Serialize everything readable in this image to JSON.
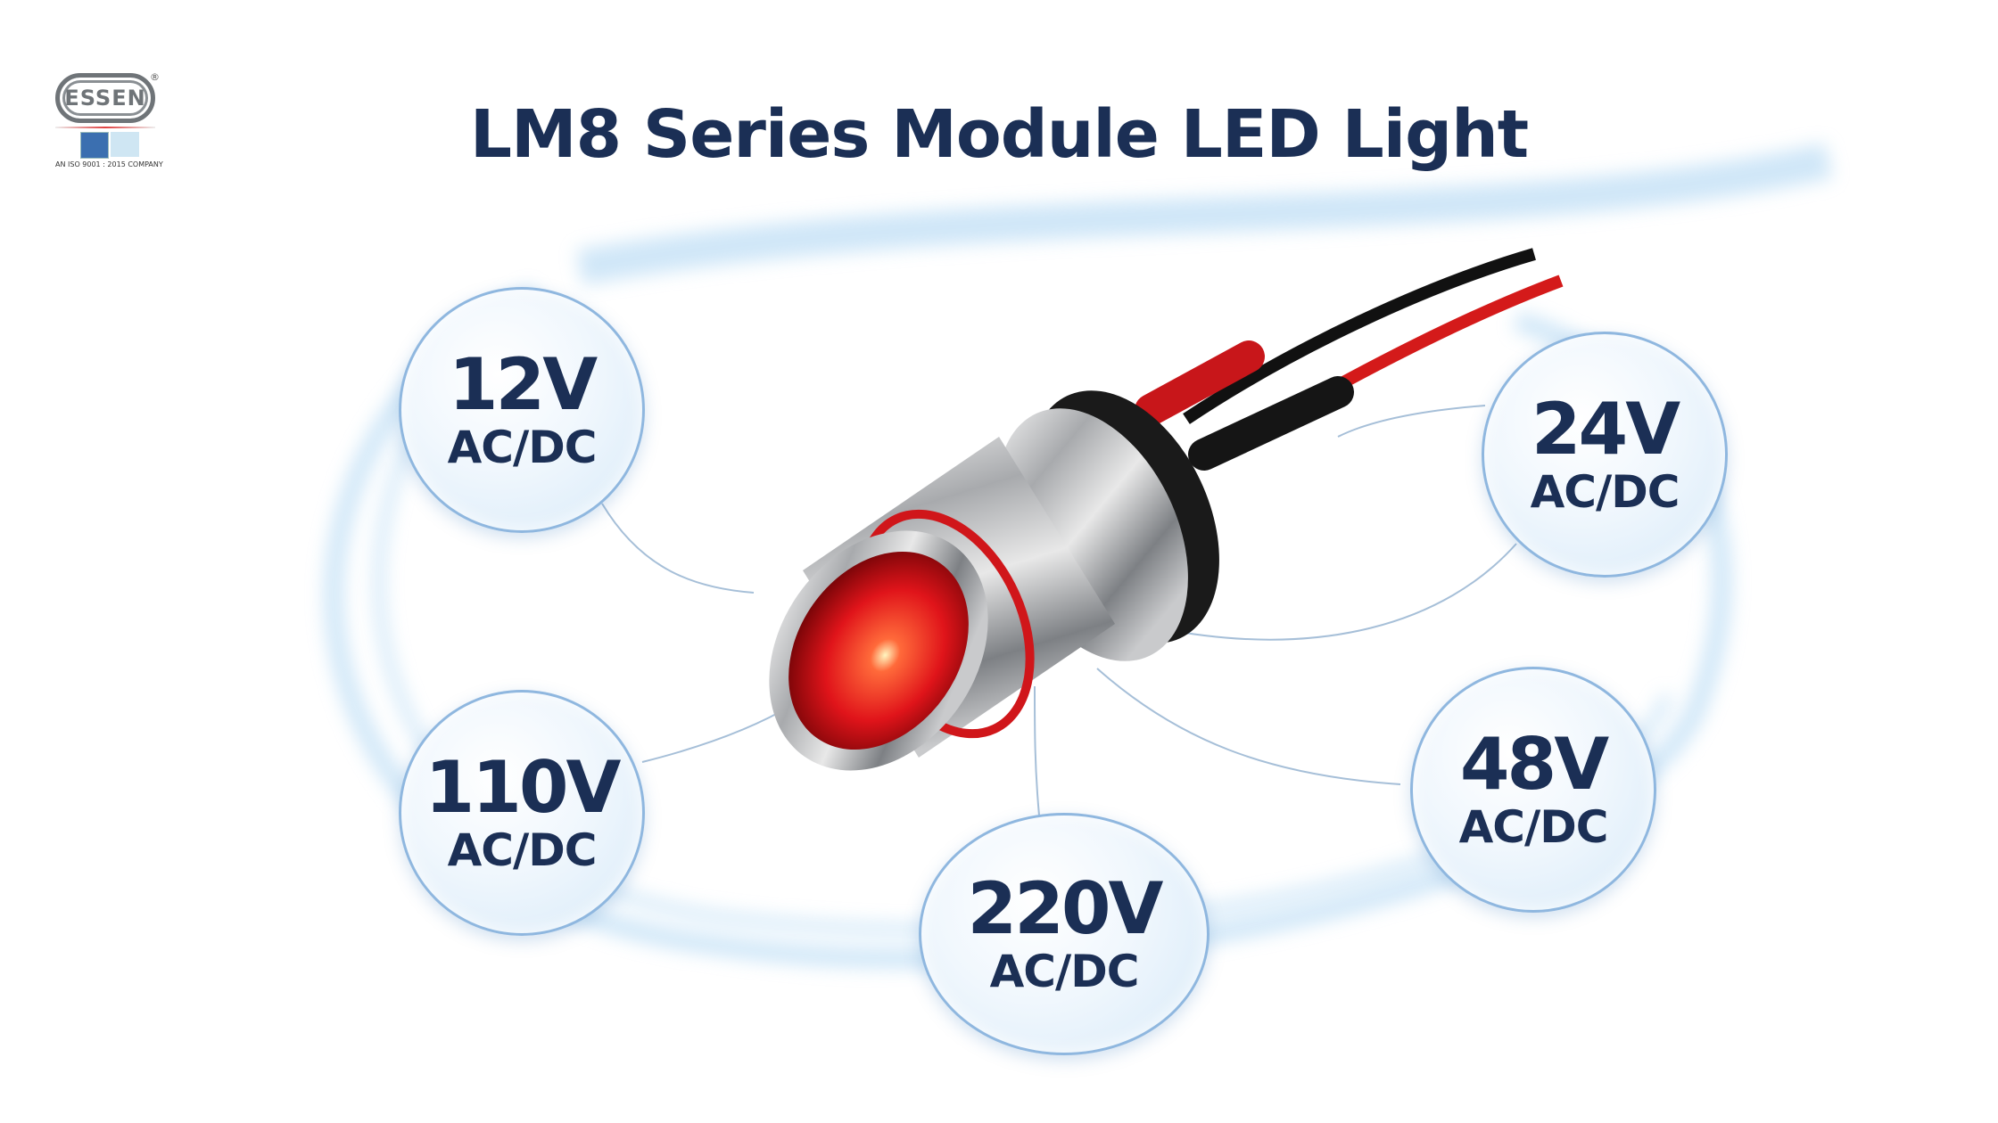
{
  "title": "LM8 Series Module LED Light",
  "logo": {
    "brand": "ESSEN",
    "registered": "®",
    "tagline": "AN ISO 9001 : 2015 COMPANY"
  },
  "voltages": [
    {
      "value": "12V",
      "type": "AC/DC"
    },
    {
      "value": "24V",
      "type": "AC/DC"
    },
    {
      "value": "110V",
      "type": "AC/DC"
    },
    {
      "value": "48V",
      "type": "AC/DC"
    },
    {
      "value": "220V",
      "type": "AC/DC"
    }
  ],
  "colors": {
    "text": "#1b2f55",
    "led": "#e0141a",
    "accent": "#8fb7df"
  }
}
